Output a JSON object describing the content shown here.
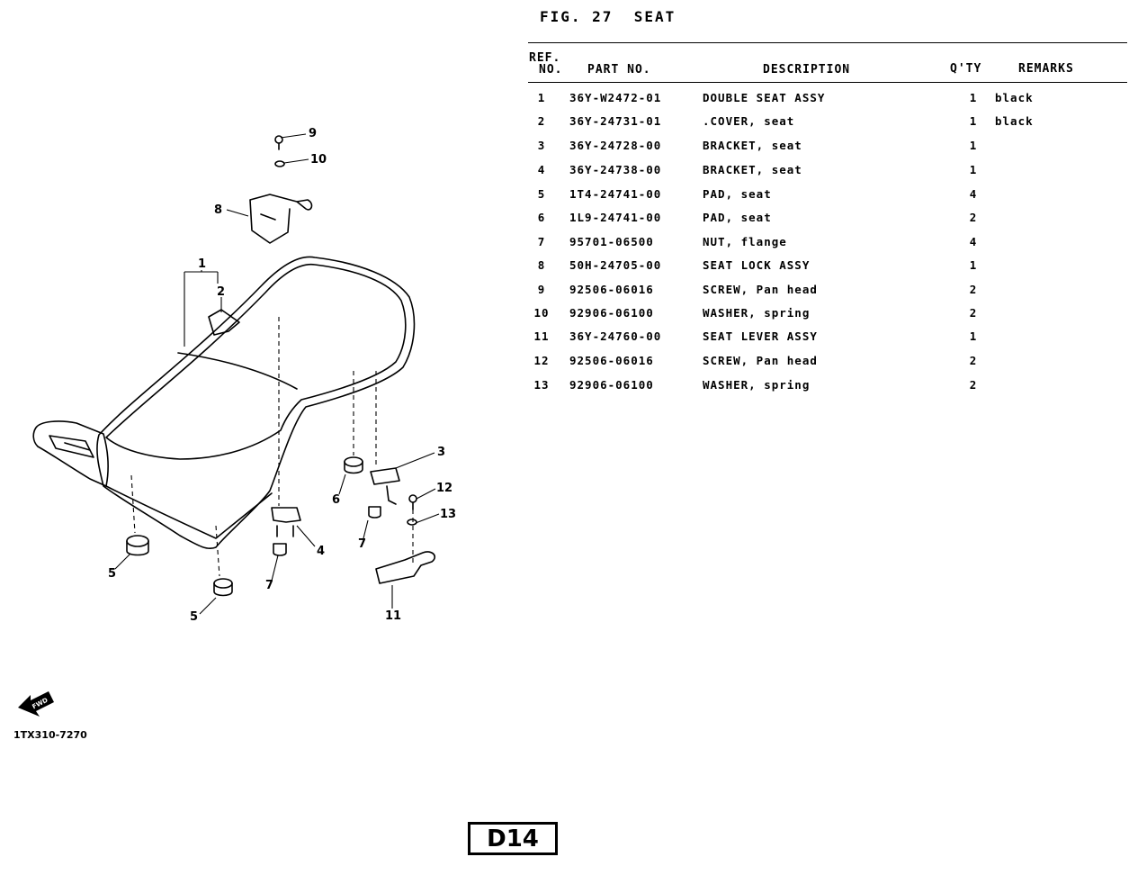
{
  "figure": {
    "title": "FIG. 27  SEAT"
  },
  "table": {
    "headers": {
      "ref_line1": "REF.",
      "ref_line2": "NO.",
      "part_no": "PART NO.",
      "description": "DESCRIPTION",
      "qty": "Q'TY",
      "remarks": "REMARKS"
    },
    "rows": [
      {
        "ref": "1",
        "part_no": "36Y-W2472-01",
        "description": "DOUBLE SEAT ASSY",
        "qty": "1",
        "remarks": "black"
      },
      {
        "ref": "2",
        "part_no": "36Y-24731-01",
        "description": ".COVER, seat",
        "qty": "1",
        "remarks": "black"
      },
      {
        "ref": "3",
        "part_no": "36Y-24728-00",
        "description": "BRACKET, seat",
        "qty": "1",
        "remarks": ""
      },
      {
        "ref": "4",
        "part_no": "36Y-24738-00",
        "description": "BRACKET, seat",
        "qty": "1",
        "remarks": ""
      },
      {
        "ref": "5",
        "part_no": "1T4-24741-00",
        "description": "PAD, seat",
        "qty": "4",
        "remarks": ""
      },
      {
        "ref": "6",
        "part_no": "1L9-24741-00",
        "description": "PAD, seat",
        "qty": "2",
        "remarks": ""
      },
      {
        "ref": "7",
        "part_no": "95701-06500",
        "description": "NUT, flange",
        "qty": "4",
        "remarks": ""
      },
      {
        "ref": "8",
        "part_no": "50H-24705-00",
        "description": "SEAT LOCK ASSY",
        "qty": "1",
        "remarks": ""
      },
      {
        "ref": "9",
        "part_no": "92506-06016",
        "description": "SCREW, Pan head",
        "qty": "2",
        "remarks": ""
      },
      {
        "ref": "10",
        "part_no": "92906-06100",
        "description": "WASHER, spring",
        "qty": "2",
        "remarks": ""
      },
      {
        "ref": "11",
        "part_no": "36Y-24760-00",
        "description": "SEAT LEVER ASSY",
        "qty": "1",
        "remarks": ""
      },
      {
        "ref": "12",
        "part_no": "92506-06016",
        "description": "SCREW, Pan head",
        "qty": "2",
        "remarks": ""
      },
      {
        "ref": "13",
        "part_no": "92906-06100",
        "description": "WASHER, spring",
        "qty": "2",
        "remarks": ""
      }
    ]
  },
  "diagram": {
    "callouts": [
      "1",
      "2",
      "3",
      "4",
      "5",
      "5",
      "6",
      "7",
      "7",
      "8",
      "9",
      "10",
      "11",
      "12",
      "13"
    ],
    "fwd_icon_text": "FWD",
    "doc_code": "1TX310-7270"
  },
  "page": {
    "badge": "D14"
  }
}
